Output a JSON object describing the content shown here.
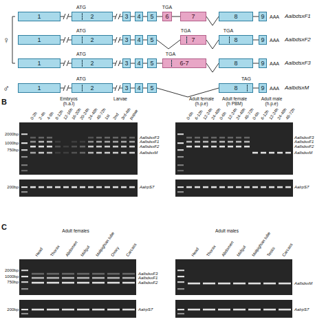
{
  "diagram": {
    "nodes": [
      {
        "text": [
          "1"
        ]
      },
      {
        "text": [
          "2"
        ]
      },
      {
        "text": [
          "3"
        ]
      },
      {
        "text": [
          "4"
        ]
      },
      {
        "text": [
          "5"
        ]
      },
      {
        "text": [
          "6"
        ]
      },
      {
        "text": [
          "7"
        ]
      },
      {
        "text": [
          "8"
        ]
      },
      {
        "text": [
          "9"
        ]
      },
      {
        "text": [
          "1"
        ]
      },
      {
        "text": [
          "2"
        ]
      },
      {
        "text": [
          "3"
        ]
      },
      {
        "text": [
          "4"
        ]
      },
      {
        "text": [
          "5"
        ]
      },
      {
        "text": [
          "7"
        ]
      },
      {
        "text": [
          "8"
        ]
      },
      {
        "text": [
          "9"
        ]
      },
      {
        "text": [
          "1"
        ]
      },
      {
        "text": [
          "2"
        ]
      },
      {
        "text": [
          "3"
        ]
      },
      {
        "text": [
          "4"
        ]
      },
      {
        "text": [
          "5"
        ]
      },
      {
        "text": [
          "6-7"
        ]
      },
      {
        "text": [
          "8"
        ]
      },
      {
        "text": [
          "9"
        ]
      },
      {
        "text": [
          "1"
        ]
      },
      {
        "text": [
          "2"
        ]
      },
      {
        "text": [
          "3"
        ]
      },
      {
        "text": [
          "4"
        ]
      },
      {
        "text": [
          "5"
        ]
      },
      {
        "text": [
          "8"
        ]
      },
      {
        "text": [
          "9"
        ]
      }
    ],
    "edges": [
      {
        "from": 0,
        "to": 1,
        "arrow": "none"
      },
      {
        "from": 1,
        "to": 2,
        "arrow": "none"
      },
      {
        "from": 2,
        "to": 3,
        "arrow": "none"
      },
      {
        "from": 3,
        "to": 4,
        "arrow": "none"
      },
      {
        "from": 4,
        "to": 5,
        "arrow": "none"
      },
      {
        "from": 5,
        "to": 6,
        "arrow": "none"
      },
      {
        "from": 6,
        "to": 7,
        "arrow": "none"
      },
      {
        "from": 7,
        "to": 8,
        "arrow": "none"
      },
      {
        "from": 9,
        "to": 10,
        "arrow": "none"
      },
      {
        "from": 10,
        "to": 11,
        "arrow": "none"
      },
      {
        "from": 11,
        "to": 12,
        "arrow": "none"
      },
      {
        "from": 12,
        "to": 13,
        "arrow": "none"
      },
      {
        "from": 13,
        "to": 14,
        "arrow": "none"
      },
      {
        "from": 14,
        "to": 15,
        "arrow": "none"
      },
      {
        "from": 15,
        "to": 16,
        "arrow": "none"
      },
      {
        "from": 17,
        "to": 18,
        "arrow": "none"
      },
      {
        "from": 18,
        "to": 19,
        "arrow": "none"
      },
      {
        "from": 19,
        "to": 20,
        "arrow": "none"
      },
      {
        "from": 20,
        "to": 21,
        "arrow": "none"
      },
      {
        "from": 21,
        "to": 22,
        "arrow": "none"
      },
      {
        "from": 22,
        "to": 23,
        "arrow": "none"
      },
      {
        "from": 23,
        "to": 24,
        "arrow": "none"
      },
      {
        "from": 25,
        "to": 26,
        "arrow": "none"
      },
      {
        "from": 26,
        "to": 27,
        "arrow": "none"
      },
      {
        "from": 27,
        "to": 28,
        "arrow": "none"
      },
      {
        "from": 28,
        "to": 29,
        "arrow": "none"
      },
      {
        "from": 29,
        "to": 30,
        "arrow": "none"
      },
      {
        "from": 30,
        "to": 31,
        "arrow": "none"
      }
    ],
    "labels": [
      "ATG",
      "TGA",
      "AalbdsxF1",
      "AAA",
      "ATG",
      "TGA",
      "TGA",
      "AalbdsxF2",
      "AAA",
      "ATG",
      "TGA",
      "AalbdsxF3",
      "AAA",
      "ATG",
      "TAG",
      "AalbdsxM",
      "AAA",
      "♀",
      "♂",
      "B",
      "Embryos",
      "(h.a.l)",
      "Larvae",
      "0-2h",
      "2-4h",
      "4-8h",
      "8-12h",
      "12-16h",
      "16-20h",
      "20-24h",
      "24-48h",
      "48-72h",
      "1st",
      "2nd",
      "3rd-4th",
      "pupae",
      "2000bp",
      "1000bp",
      "750bp",
      "200bp",
      "AalbdsxF3",
      "AalbdsxF1",
      "AalbdsxF2",
      "AalbdsxM",
      "AalrpS7",
      "Adult female",
      "(h.p.e)",
      "Adult female",
      "(h PBM)",
      "Adult male",
      "(h.p.e)",
      "0-6h",
      "6-12h",
      "12-24h",
      "24-48h",
      "0-6h",
      "12-24h",
      "24-48h",
      "48-72h",
      "0-6h",
      "6-12h",
      "12-24h",
      "24-48h",
      "48-72h",
      "AalbdsxF3",
      "AalbdsxF1",
      "AalbdsxF2",
      "AalbdsxM",
      "AalrpS7",
      "C",
      "Adult females",
      "Head",
      "Thorax",
      "Abdomen",
      "Midgut",
      "Malpighian tube",
      "Ovary",
      "Carcass",
      "2000bp",
      "1000bp",
      "750bp",
      "200bp",
      "AalbdsxF3",
      "AalbdsxF1",
      "AalbdsxF2",
      "AalrpS7",
      "Adult males",
      "Head",
      "Thorax",
      "Abdomen",
      "Midgut",
      "Malpighian tube",
      "Testis",
      "Carcass",
      "AalbdsxM",
      "AalrpS7"
    ]
  }
}
